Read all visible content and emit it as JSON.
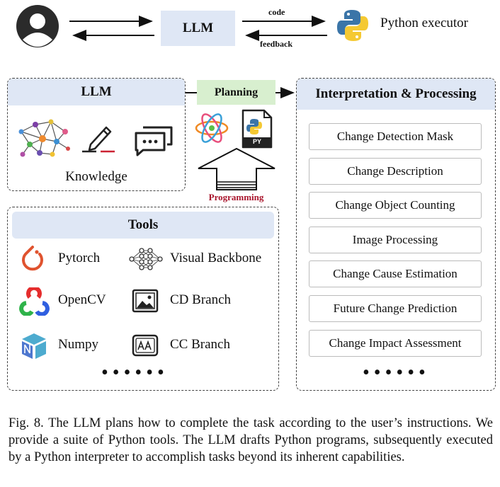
{
  "top": {
    "llm_label": "LLM",
    "code_label": "code",
    "feedback_label": "feedback",
    "executor_label": "Python executor"
  },
  "llm_box": {
    "title": "LLM",
    "knowledge_label": "Knowledge"
  },
  "middle": {
    "planning_label": "Planning",
    "programming_label": "Programming",
    "py_file_label": "PY"
  },
  "tools": {
    "title": "Tools",
    "items": [
      {
        "label": "Pytorch",
        "icon": "pytorch-icon"
      },
      {
        "label": "Visual Backbone",
        "icon": "neural-network-icon"
      },
      {
        "label": "OpenCV",
        "icon": "opencv-icon"
      },
      {
        "label": "CD Branch",
        "icon": "image-icon"
      },
      {
        "label": "Numpy",
        "icon": "numpy-icon"
      },
      {
        "label": "CC Branch",
        "icon": "text-caption-icon"
      }
    ],
    "more": "••••••"
  },
  "interpretation": {
    "title": "Interpretation & Processing",
    "tasks": [
      "Change Detection Mask",
      "Change Description",
      "Change Object Counting",
      "Image Processing",
      "Change Cause Estimation",
      "Future Change Prediction",
      "Change Impact Assessment"
    ],
    "more": "••••••"
  },
  "caption": "Fig. 8.  The LLM plans how to complete the task according to the user’s instructions. We provide a suite of Python tools. The LLM drafts Python programs, subsequently executed by a Python interpreter to accomplish tasks beyond its inherent capabilities.",
  "colors": {
    "header_fill": "#dfe7f5",
    "planning_fill": "#d8efcf",
    "programming_text": "#a8142b",
    "python_blue": "#3b75a8",
    "python_yellow": "#f5c933"
  }
}
